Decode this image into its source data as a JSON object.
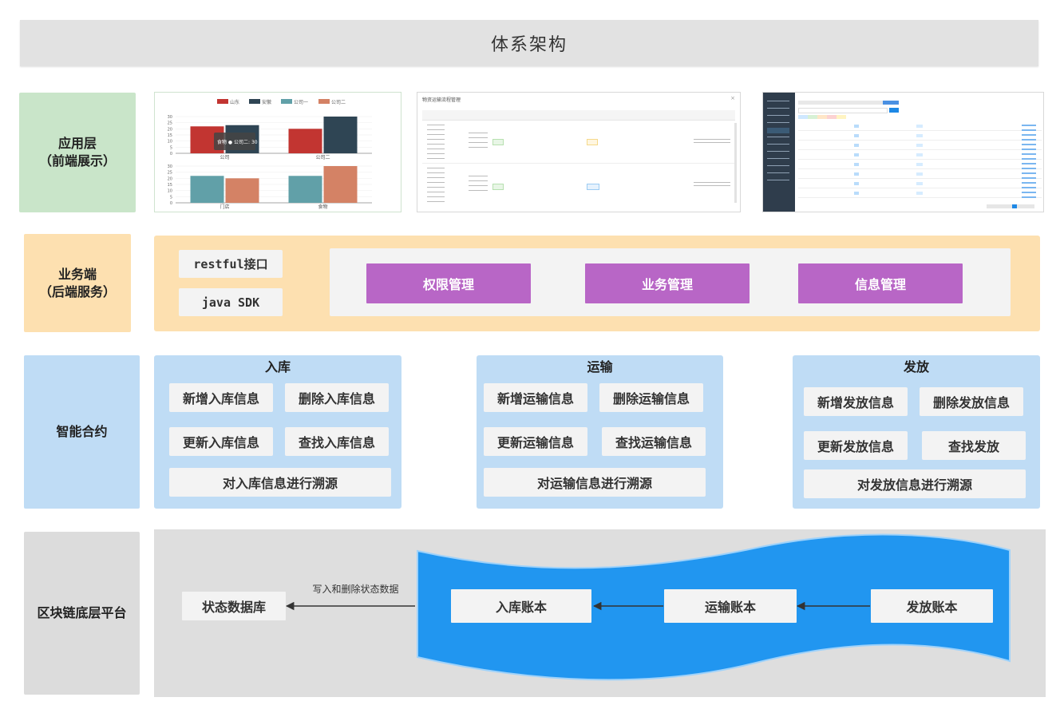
{
  "title": "体系架构",
  "layers": {
    "app": {
      "line1": "应用层",
      "line2": "（前端展示）"
    },
    "biz": {
      "line1": "业务端",
      "line2": "（后端服务）"
    },
    "contract": {
      "label": "智能合约"
    },
    "chain": {
      "label": "区块链底层平台"
    }
  },
  "biz": {
    "api": [
      "restful接口",
      "java SDK"
    ],
    "modules": [
      "权限管理",
      "业务管理",
      "信息管理"
    ]
  },
  "contracts": [
    {
      "title": "入库",
      "functions": [
        "新增入库信息",
        "删除入库信息",
        "更新入库信息",
        "查找入库信息",
        "对入库信息进行溯源"
      ]
    },
    {
      "title": "运输",
      "functions": [
        "新增运输信息",
        "删除运输信息",
        "更新运输信息",
        "查找运输信息",
        "对运输信息进行溯源"
      ]
    },
    {
      "title": "发放",
      "functions": [
        "新增发放信息",
        "删除发放信息",
        "更新发放信息",
        "查找发放",
        "对发放信息进行溯源"
      ]
    }
  ],
  "chain": {
    "state_db": "状态数据库",
    "arrow_label": "写入和删除状态数据",
    "ledgers": [
      "入库账本",
      "运输账本",
      "发放账本"
    ]
  },
  "colors": {
    "app_layer": "#c9e5c9",
    "biz_layer": "#fde0b0",
    "contract_layer": "#bfdcf5",
    "chain_layer": "#dcdcdc",
    "module": "#b866c6",
    "ledger_wave": "#2196f0"
  },
  "screenshots": {
    "chart_legend": [
      "山东",
      "安徽",
      "公司一",
      "公司二"
    ],
    "chart_series_colors": [
      "#c23531",
      "#2f4554",
      "#61a0a8",
      "#d48265"
    ],
    "chart_top_categories": [
      "公司",
      "公司二"
    ],
    "chart_bottom_categories": [
      "门店",
      "食物"
    ],
    "chart_top_ticks": [
      "30",
      "25",
      "20",
      "15",
      "10",
      "5",
      "0"
    ],
    "chart_bottom_ticks": [
      "30",
      "25",
      "20",
      "15",
      "10",
      "5",
      "0"
    ],
    "chart_top": {
      "series_a": [
        22,
        20
      ],
      "series_b": [
        23,
        30
      ]
    },
    "chart_bottom": {
      "series_c": [
        22,
        22
      ],
      "series_d": [
        20,
        30
      ]
    },
    "chart_tooltip": "食物 ● 公司二: 30",
    "table_title": "物资运输流程管理"
  }
}
